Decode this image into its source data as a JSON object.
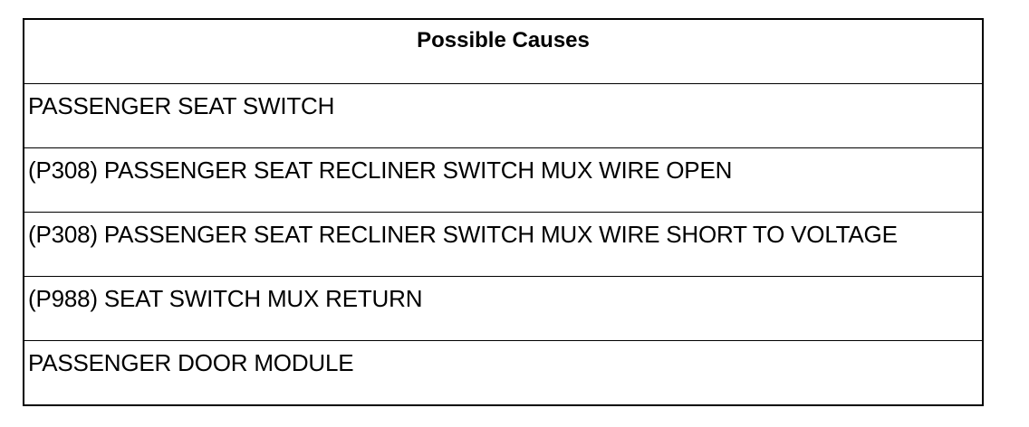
{
  "table": {
    "header": "Possible Causes",
    "rows": [
      "PASSENGER SEAT SWITCH",
      "(P308) PASSENGER SEAT RECLINER SWITCH MUX WIRE OPEN",
      "(P308) PASSENGER SEAT RECLINER SWITCH MUX WIRE SHORT TO VOLTAGE",
      "(P988) SEAT SWITCH MUX RETURN",
      "PASSENGER DOOR MODULE"
    ]
  }
}
